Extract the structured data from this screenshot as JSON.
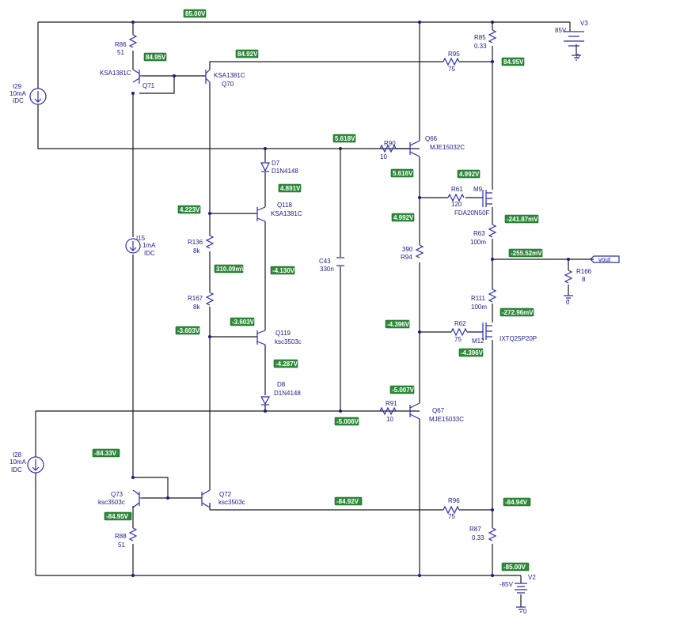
{
  "probes": {
    "p1": "85.00V",
    "p2": "84.95V",
    "p3": "84.92V",
    "p4": "84.95V",
    "p5": "5.618V",
    "p6": "5.616V",
    "p7": "4.992V",
    "p8": "4.891V",
    "p9": "4.223V",
    "p10": "4.992V",
    "p11": "310.09mV",
    "p12": "-4.130V",
    "p13": "-241.87mV",
    "p14": "-255.52mV",
    "p15": "-3.603V",
    "p16": "-3.603V",
    "p17": "-272.96mV",
    "p18": "-4.396V",
    "p19": "-4.287V",
    "p20": "-4.396V",
    "p21": "-5.007V",
    "p22": "-5.006V",
    "p23": "-84.33V",
    "p24": "-84.92V",
    "p25": "-84.95V",
    "p26": "-84.94V",
    "p27": "-85.00V"
  },
  "labels": {
    "R86_name": "R86",
    "R86_val": "51",
    "Q71": "Q71",
    "KSA1381C_a": "KSA1381C",
    "KSA1381C_b": "KSA1381C",
    "Q70": "Q70",
    "I29_name": "I29",
    "I29_val": "10mA",
    "I29_type": "IDC",
    "D7_name": "D7",
    "D7_type": "D1N4148",
    "R90_name": "R90",
    "R90_val": "10",
    "Q66_name": "Q66",
    "Q66_type": "MJE15032C",
    "R85_name": "R85",
    "R85_val": "0.33",
    "R95_name": "R95",
    "R95_val": "75",
    "V3_name": "V3",
    "V3_val": "85V",
    "V3_gnd": "0",
    "Q118_name": "Q118",
    "Q118_type": "KSA1381C",
    "R61_name": "R61",
    "R61_val": "120",
    "M9_name": "M9",
    "M9_type": "FDA20N50F",
    "R63_name": "R63",
    "R63_val": "100m",
    "R136_name": "R136",
    "R136_val": "8k",
    "I15_name": "I15",
    "I15_val": "1mA",
    "I15_type": "IDC",
    "C43_name": "C43",
    "C43_val": "330n",
    "R94_val": "390",
    "R94_name": "R94",
    "port_out": "vout",
    "R166_name": "R166",
    "R166_val": "8",
    "R166_gnd": "0",
    "R167_name": "R167",
    "R167_val": "8k",
    "R111_name": "R111",
    "R111_val": "100m",
    "R62_name": "R62",
    "R62_val": "75",
    "M12_name": "M12",
    "M12_type": "IXTQ25P20P",
    "Q119_name": "Q119",
    "Q119_type": "ksc3503c",
    "D8_name": "D8",
    "D8_type": "D1N4148",
    "R91_name": "R91",
    "R91_val": "10",
    "Q67_name": "Q67",
    "Q67_type": "MJE15033C",
    "I28_name": "I28",
    "I28_val": "10mA",
    "I28_type": "IDC",
    "Q73_name": "Q73",
    "Q73_type": "ksc3503c",
    "Q72_name": "Q72",
    "Q72_type": "ksc3503c",
    "R96_name": "R96",
    "R96_val": "75",
    "R87_name": "R87",
    "R87_val": "0.33",
    "R88_name": "R88",
    "R88_val": "51",
    "V2_name": "V2",
    "V2_val": "-85V",
    "V2_gnd": "0"
  }
}
